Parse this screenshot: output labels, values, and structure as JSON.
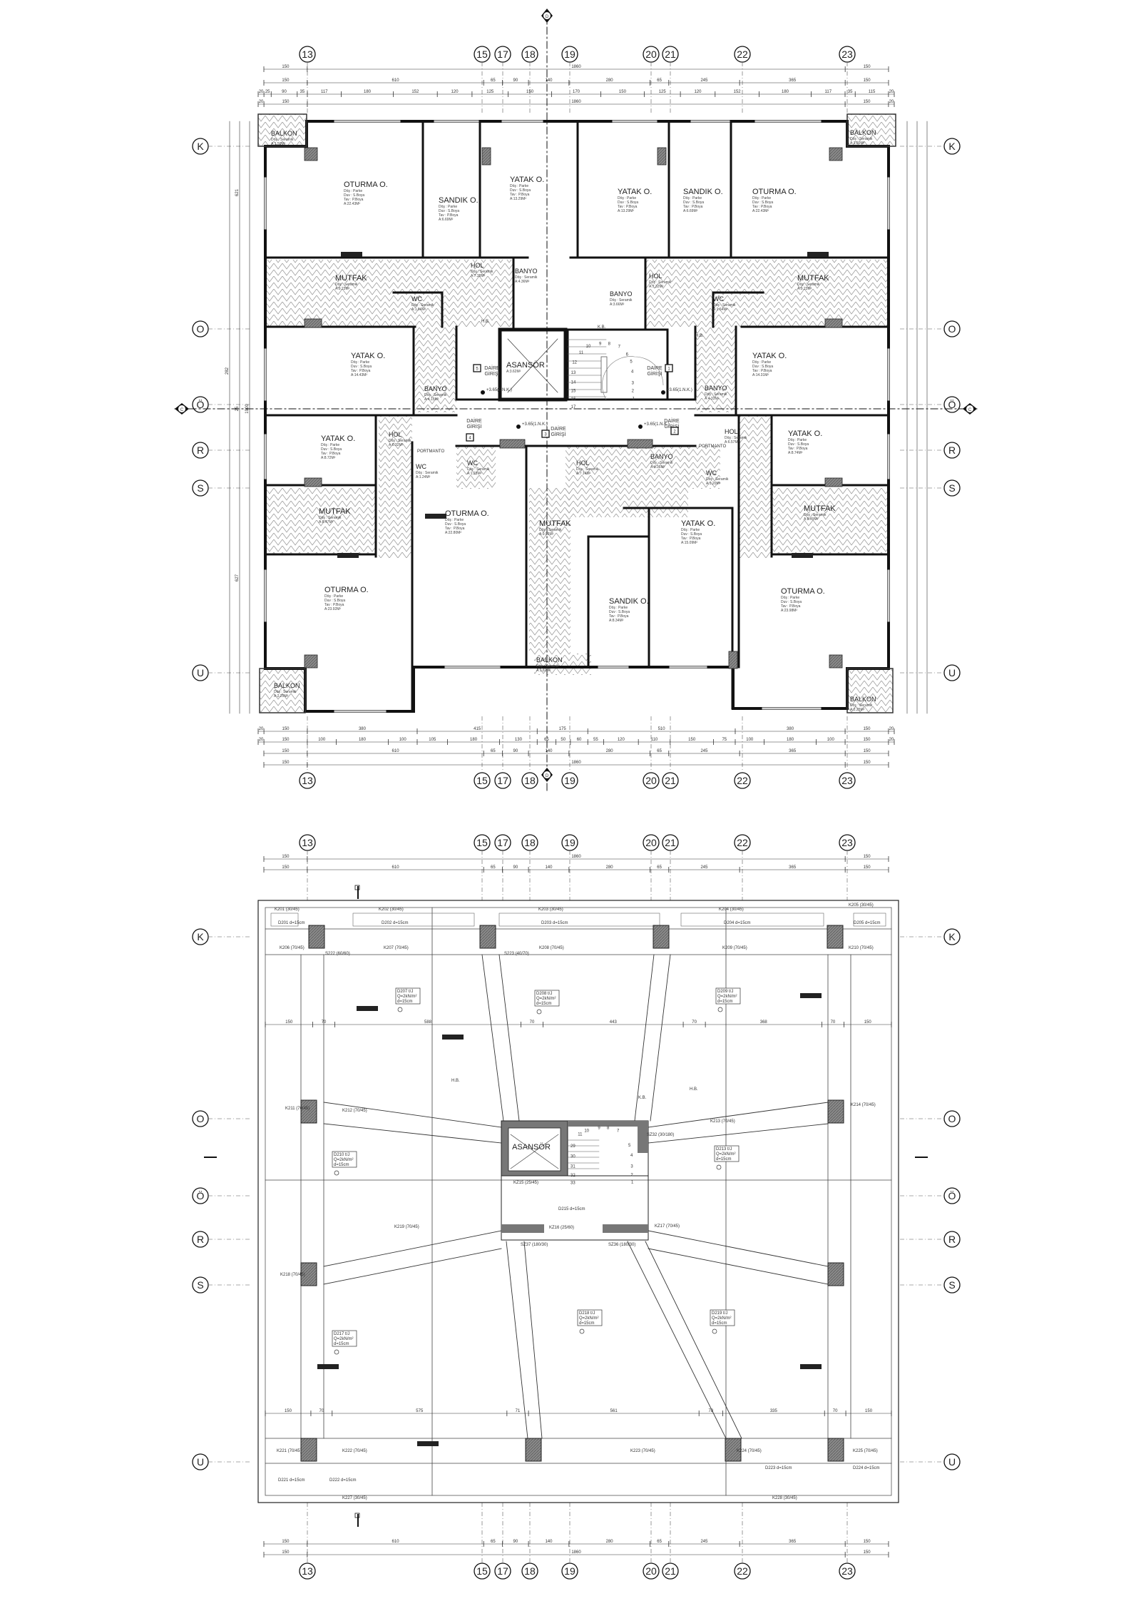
{
  "axes": {
    "columns": [
      "13",
      "15",
      "17",
      "18",
      "19",
      "20",
      "21",
      "22",
      "23"
    ],
    "rows": [
      "K",
      "O",
      "Ö",
      "R",
      "S",
      "U"
    ],
    "section_vertical": "D",
    "section_horizontal": "C"
  },
  "floor_plan": {
    "dims_top": [
      [
        "150",
        "1860",
        "150"
      ],
      [
        "150",
        "610",
        "65",
        "90",
        "140",
        "280",
        "65",
        "245",
        "365",
        "150"
      ],
      [
        "20",
        "25",
        "90",
        "35",
        "117",
        "180",
        "152",
        "120",
        "125",
        "150",
        "170",
        "150",
        "125",
        "120",
        "152",
        "180",
        "117",
        "35",
        "115",
        "20"
      ],
      [
        "20",
        "150",
        "1860",
        "150",
        "20"
      ]
    ],
    "dims_top_values": [
      [
        150,
        1860,
        150
      ],
      [
        150,
        610,
        65,
        90,
        140,
        280,
        65,
        245,
        365,
        150
      ],
      [
        20,
        25,
        90,
        35,
        117,
        180,
        152,
        120,
        125,
        150,
        170,
        150,
        125,
        120,
        152,
        180,
        117,
        35,
        115,
        20
      ],
      [
        20,
        150,
        1860,
        150,
        20
      ]
    ],
    "dims_bottom": [
      [
        "20",
        "150",
        "380",
        "415",
        "175",
        "510",
        "380",
        "150",
        "20"
      ],
      [
        "20",
        "150",
        "100",
        "180",
        "100",
        "105",
        "180",
        "130",
        "65",
        "50",
        "60",
        "55",
        "120",
        "110",
        "150",
        "75",
        "100",
        "180",
        "100",
        "150",
        "20"
      ],
      [
        "150",
        "610",
        "65",
        "90",
        "140",
        "280",
        "65",
        "245",
        "365",
        "150"
      ],
      [
        "150",
        "1860",
        "150"
      ]
    ],
    "dims_bottom_values": [
      [
        20,
        150,
        380,
        415,
        175,
        510,
        380,
        150,
        20
      ],
      [
        20,
        150,
        100,
        180,
        100,
        105,
        180,
        130,
        65,
        50,
        60,
        55,
        120,
        110,
        150,
        75,
        100,
        180,
        100,
        150,
        20
      ],
      [
        150,
        610,
        65,
        90,
        140,
        280,
        65,
        245,
        365,
        150
      ],
      [
        150,
        1860,
        150
      ]
    ],
    "dims_left": [
      "621",
      "282",
      "1900",
      "25",
      "627"
    ],
    "rooms": [
      {
        "name": "BALKON",
        "specs": [
          "Döş : Seramik"
        ],
        "area": "A:1.50M²"
      },
      {
        "name": "OTURMA O.",
        "specs": [
          "Döş : Parke",
          "Duv : S.Boya",
          "Tav : P.Boya"
        ],
        "area": "A:22.43M²"
      },
      {
        "name": "SANDIK O.",
        "specs": [
          "Döş : Parke",
          "Duv : S.Boya",
          "Tav : P.Boya"
        ],
        "area": "A:6.69M²"
      },
      {
        "name": "YATAK O.",
        "specs": [
          "Döş : Parke",
          "Duv : S.Boya",
          "Tav : P.Boya"
        ],
        "area": "A:13.29M²"
      },
      {
        "name": "YATAK O.",
        "specs": [
          "Döş : Parke",
          "Duv : S.Boya",
          "Tav : P.Boya"
        ],
        "area": "A:13.29M²"
      },
      {
        "name": "SANDIK O.",
        "specs": [
          "Döş : Parke",
          "Duv : S.Boya",
          "Tav : P.Boya"
        ],
        "area": "A:6.69M²"
      },
      {
        "name": "OTURMA O.",
        "specs": [
          "Döş : Parke",
          "Duv : S.Boya",
          "Tav : P.Boya"
        ],
        "area": "A:22.43M²"
      },
      {
        "name": "BALKON",
        "specs": [
          "Döş : Seramik"
        ],
        "area": "A:1.50M²"
      },
      {
        "name": "MUTFAK",
        "specs": [
          "Döş : Seramik"
        ],
        "area": "A:9.23M²"
      },
      {
        "name": "HOL",
        "specs": [
          "Döş : Seramik"
        ],
        "area": "A:7.38M²"
      },
      {
        "name": "BANYO",
        "specs": [
          "Döş : Seramik"
        ],
        "area": "A:4.36M²"
      },
      {
        "name": "WC",
        "specs": [
          "Döş : Seramik"
        ],
        "area": "A:1.64M²"
      },
      {
        "name": "BANYO",
        "specs": [
          "Döş : Seramik"
        ],
        "area": "A:3.66M²"
      },
      {
        "name": "HOL",
        "specs": [
          "Döş : Seramik"
        ],
        "area": "A:7.32M²"
      },
      {
        "name": "WC",
        "specs": [
          "Döş : Seramik"
        ],
        "area": "A:1.64M²"
      },
      {
        "name": "MUTFAK",
        "specs": [
          "Döş : Seramik"
        ],
        "area": "A:9.23M²"
      },
      {
        "name": "YATAK O.",
        "specs": [
          "Döş : Parke",
          "Duv : S.Boya",
          "Tav : P.Boya"
        ],
        "area": "A:14.43M²"
      },
      {
        "name": "BANYO",
        "specs": [
          "Döş : Seramik"
        ],
        "area": "A:4.15M²"
      },
      {
        "name": "ASANSÖR",
        "specs": [],
        "area": "A:3.62M²"
      },
      {
        "name": "BANYO",
        "specs": [
          "Döş : Seramik"
        ],
        "area": "A:4.33M²"
      },
      {
        "name": "YATAK O.",
        "specs": [
          "Döş : Parke",
          "Duv : S.Boya",
          "Tav : P.Boya"
        ],
        "area": "A:14.31M²"
      },
      {
        "name": "YATAK O.",
        "specs": [
          "Döş : Parke",
          "Duv : S.Boya",
          "Tav : P.Boya"
        ],
        "area": "A:8.72M²"
      },
      {
        "name": "HOL",
        "specs": [
          "Döş : Seramik"
        ],
        "area": "A:6.32M²"
      },
      {
        "name": "HOL",
        "specs": [
          "Döş : Seramik"
        ],
        "area": "A:6.57M²"
      },
      {
        "name": "YATAK O.",
        "specs": [
          "Döş : Parke",
          "Duv : S.Boya",
          "Tav : P.Boya"
        ],
        "area": "A:8.74M²"
      },
      {
        "name": "WC",
        "specs": [
          "Döş : Seramik"
        ],
        "area": "A:1.24M²"
      },
      {
        "name": "WC",
        "specs": [
          "Döş : Seramik"
        ],
        "area": "A:1.23M²"
      },
      {
        "name": "HOL",
        "specs": [
          "Döş : Seramik"
        ],
        "area": "A:7.14M²"
      },
      {
        "name": "BANYO",
        "specs": [
          "Döş : Seramik"
        ],
        "area": "A:4.36M²"
      },
      {
        "name": "WC",
        "specs": [
          "Döş : Seramik"
        ],
        "area": "A:1.20M²"
      },
      {
        "name": "MUTFAK",
        "specs": [
          "Döş : Seramik"
        ],
        "area": "A:8.47M²"
      },
      {
        "name": "OTURMA O.",
        "specs": [
          "Döş : Parke",
          "Duv : S.Boya",
          "Tav : P.Boya"
        ],
        "area": "A:22.80M²"
      },
      {
        "name": "MUTFAK",
        "specs": [
          "Döş : Seramik"
        ],
        "area": "A:9.92M²"
      },
      {
        "name": "YATAK O.",
        "specs": [
          "Döş : Parke",
          "Duv : S.Boya",
          "Tav : P.Boya"
        ],
        "area": "A:15.09M²"
      },
      {
        "name": "MUTFAK",
        "specs": [
          "Döş : Seramik"
        ],
        "area": "A:8.49M²"
      },
      {
        "name": "SANDIK O.",
        "specs": [
          "Döş : Parke",
          "Duv : S.Boya",
          "Tav : P.Boya"
        ],
        "area": "A:8.34M²"
      },
      {
        "name": "OTURMA O.",
        "specs": [
          "Döş : Parke",
          "Duv : S.Boya",
          "Tav : P.Boya"
        ],
        "area": "A:23.92M²"
      },
      {
        "name": "OTURMA O.",
        "specs": [
          "Döş : Parke",
          "Duv : S.Boya",
          "Tav : P.Boya"
        ],
        "area": "A:23.98M²"
      },
      {
        "name": "BALKON",
        "specs": [
          "Döş : Seramik"
        ],
        "area": "A:1.81M²"
      },
      {
        "name": "BALKON",
        "specs": [
          "Döş : Seramik"
        ],
        "area": "A:2.25M²"
      },
      {
        "name": "BALKON",
        "specs": [
          "Döş : Seramik"
        ],
        "area": "A:2.25M²"
      }
    ],
    "entrances": [
      {
        "line1": "DAİRE",
        "line2": "GİRİŞİ",
        "no": "5"
      },
      {
        "line1": "DAİRE",
        "line2": "GİRİŞİ",
        "no": "1"
      },
      {
        "line1": "DAİRE",
        "line2": "GİRİŞİ",
        "no": "4"
      },
      {
        "line1": "DAİRE",
        "line2": "GİRİŞİ",
        "no": "2"
      },
      {
        "line1": "DAİRE",
        "line2": "GİRİŞİ",
        "no": "3"
      }
    ],
    "elevations": [
      "+3.65(1.N.K.)",
      "+3.65(1.N.K.)",
      "+3.65(1.N.K.)",
      "+3.65(1.N.K.)"
    ],
    "stair_steps": [
      "1",
      "2",
      "3",
      "4",
      "5",
      "6",
      "7",
      "8",
      "9",
      "10",
      "11",
      "12",
      "13",
      "14",
      "15",
      "16",
      "17"
    ],
    "misc_labels": [
      "PORTMANTO",
      "PORTMANTO",
      "H.B.",
      "H.B.",
      "K.B."
    ]
  },
  "structural_plan": {
    "dims_top": [
      [
        "150",
        "1860",
        "150"
      ],
      [
        "150",
        "610",
        "65",
        "90",
        "140",
        "280",
        "65",
        "245",
        "365",
        "150"
      ]
    ],
    "dims_top_values": [
      [
        150,
        1860,
        150
      ],
      [
        150,
        610,
        65,
        90,
        140,
        280,
        65,
        245,
        365,
        150
      ]
    ],
    "dims_bottom": [
      [
        "150",
        "610",
        "65",
        "90",
        "140",
        "280",
        "65",
        "245",
        "365",
        "150"
      ],
      [
        "150",
        "1860",
        "150"
      ]
    ],
    "dims_bottom_values": [
      [
        150,
        610,
        65,
        90,
        140,
        280,
        65,
        245,
        365,
        150
      ],
      [
        150,
        1860,
        150
      ]
    ],
    "dims_inner": [
      [
        "150",
        "70",
        "588",
        "70",
        "443",
        "70",
        "368",
        "70",
        "150"
      ],
      [
        "150",
        "70",
        "575",
        "71",
        "561",
        "78",
        "335",
        "70",
        "150"
      ]
    ],
    "dims_inner_values": [
      [
        150,
        70,
        588,
        70,
        443,
        70,
        368,
        70,
        150
      ],
      [
        150,
        70,
        575,
        71,
        561,
        78,
        335,
        70,
        150
      ]
    ],
    "labels": [
      "K201 (30/45)",
      "K202 (30/45)",
      "K203 (30/45)",
      "K204 (30/45)",
      "K205 (30/45)",
      "D201 d=15cm",
      "D202 d=15cm",
      "D203 d=15cm",
      "D204 d=15cm",
      "D205 d=15cm",
      "K206 (70/45)",
      "K207 (70/45)",
      "K208 (70/45)",
      "K209 (70/45)",
      "K210 (70/45)",
      "S222 (60/60)",
      "S223 (40/70)",
      "K211 (70/45)",
      "K212 (70/45)",
      "K213 (70/45)",
      "K214 (70/45)",
      "KZ15 (25/45)",
      "KZ16 (25/60)",
      "D215 d=15cm",
      "SZ32 (30/180)",
      "KZ17 (70/45)",
      "SZ37 (180/30)",
      "SZ36 (180/30)",
      "K219 (70/45)",
      "K218 (70/45)",
      "K221 (70/45)",
      "K222 (70/45)",
      "K223 (70/45)",
      "K224 (70/45)",
      "K225 (70/45)",
      "D221 d=15cm",
      "D222 d=15cm",
      "D223 d=15cm",
      "D224 d=15cm",
      "K227 (30/45)",
      "K228 (30/45)",
      "H.B.",
      "H.B.",
      "K.B."
    ],
    "slab_boxes": [
      [
        "D207 t/J",
        "Q=2kN/m²",
        "d=15cm"
      ],
      [
        "D208 t/J",
        "Q=2kN/m²",
        "d=15cm"
      ],
      [
        "D209 t/J",
        "Q=2kN/m²",
        "d=15cm"
      ],
      [
        "D210 t/J",
        "Q=2kN/m²",
        "d=15cm"
      ],
      [
        "D213 t/J",
        "Q=2kN/m²",
        "d=15cm"
      ],
      [
        "D217 t/J",
        "Q=2kN/m²",
        "d=15cm"
      ],
      [
        "D218 t/J",
        "Q=2kN/m²",
        "d=15cm"
      ],
      [
        "D219 t/J",
        "Q=2kN/m²",
        "d=15cm"
      ]
    ],
    "elevator_label": "ASANSÖR",
    "stair_steps": [
      "1",
      "2",
      "3",
      "4",
      "5",
      "7",
      "8",
      "9",
      "10",
      "11",
      "29",
      "30",
      "31",
      "32",
      "33"
    ]
  },
  "colors": {
    "line": "#111111",
    "column": "#777777",
    "hatch": "#9a9a9a",
    "thin": "#8a8a8a"
  }
}
